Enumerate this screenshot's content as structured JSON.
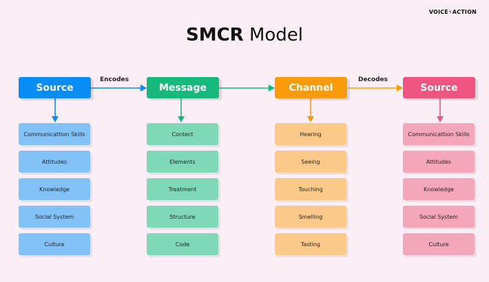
{
  "brand": "VOICE⚡ACTION",
  "title": {
    "bold": "SMCR",
    "rest": " Model"
  },
  "columns": [
    {
      "header": "Source",
      "color": "#0a8cf5",
      "item_color": "#82c2f7",
      "items": [
        "Communicattion Skills",
        "Attitudes",
        "Knowledge",
        "Social System",
        "Culture"
      ]
    },
    {
      "header": "Message",
      "color": "#16b87c",
      "item_color": "#7fd9b9",
      "items": [
        "Contect",
        "Elements",
        "Treatment",
        "Structure",
        "Code"
      ]
    },
    {
      "header": "Channel",
      "color": "#f99b0c",
      "item_color": "#fbc989",
      "items": [
        "Hearing",
        "Seeing",
        "Touching",
        "Smelling",
        "Tasting"
      ]
    },
    {
      "header": "Source",
      "color": "#ee5580",
      "item_color": "#f4a6ba",
      "items": [
        "Communicattion Skills",
        "Attitudes",
        "Knowledge",
        "Social System",
        "Culture"
      ]
    }
  ],
  "edges": {
    "encodes": "Encodes",
    "decodes": "Decodes"
  }
}
